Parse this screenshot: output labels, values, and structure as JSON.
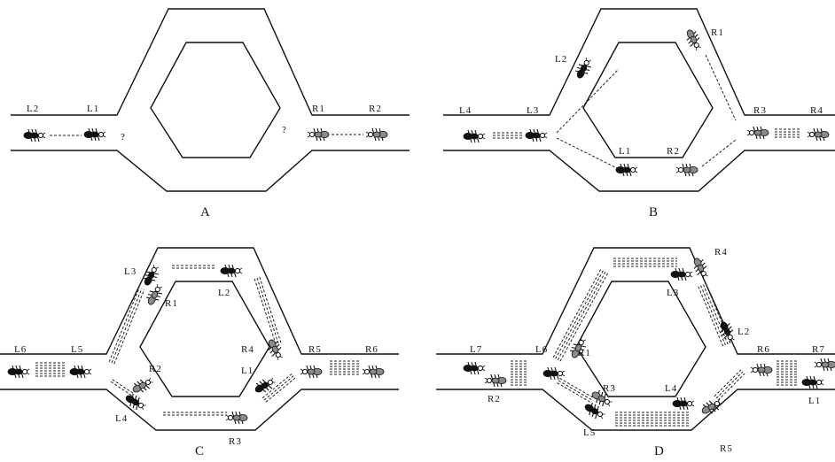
{
  "panels": [
    {
      "id": "A",
      "caption": "A",
      "labels": [
        "L2",
        "L1",
        "R1",
        "R2",
        "?",
        "?"
      ]
    },
    {
      "id": "B",
      "caption": "B",
      "labels": [
        "L4",
        "L3",
        "L2",
        "L1",
        "R1",
        "R2",
        "R3",
        "R4"
      ]
    },
    {
      "id": "C",
      "caption": "C",
      "labels": [
        "L6",
        "L5",
        "L4",
        "L3",
        "L2",
        "L1",
        "R1",
        "R2",
        "R3",
        "R4",
        "R5",
        "R6"
      ]
    },
    {
      "id": "D",
      "caption": "D",
      "labels": [
        "L7",
        "L6",
        "L5",
        "L4",
        "L3",
        "L2",
        "L1",
        "R1",
        "R2",
        "R3",
        "R4",
        "R5",
        "R6",
        "R7"
      ]
    }
  ],
  "colors": {
    "line": "#111111",
    "left_ant": "#111111",
    "right_ant": "#8a8a8a",
    "trail": "#222222"
  }
}
